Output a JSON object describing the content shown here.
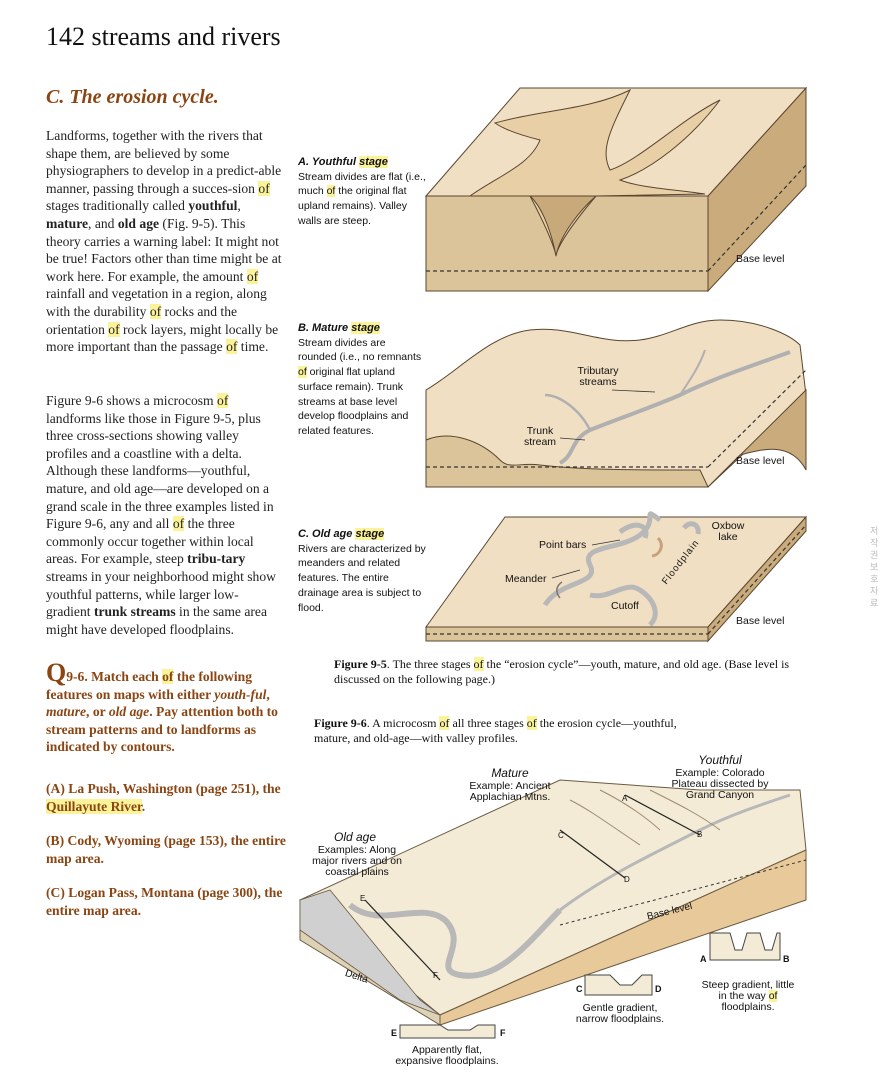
{
  "header": {
    "page_number": "142",
    "title": "streams and rivers"
  },
  "section": {
    "title": "C. The erosion cycle."
  },
  "para1": {
    "p1": "Landforms, together with the rivers that shape them, are believed by some physiographers to develop in a predict-able manner, passing through a succes-sion ",
    "of1": "of",
    "p2": " stages traditionally called ",
    "youthful": "youthful",
    "c1": ", ",
    "mature": "mature",
    "c2": ", and ",
    "oldage": "old age",
    "p3": " (Fig. 9-5). This theory carries a warning label: It might not be true! Factors other than time might be at work here. For example, the amount ",
    "of2": "of",
    "p4": " rainfall and vegetation in a region, along with the durability ",
    "of3": "of",
    "p5": " rocks and the orientation ",
    "of4": "of",
    "p6": " rock layers, might locally be more important than the passage ",
    "of5": "of",
    "p7": " time."
  },
  "para2": {
    "p1": "Figure 9-6 shows a microcosm ",
    "of1": "of",
    "p2": " landforms like those in Figure 9-5, plus three cross-sections showing valley profiles and a coastline with a delta. Although these landforms—youthful, mature, and old age—are developed on a grand scale in the three examples listed in Figure 9-6, any and all ",
    "of2": "of",
    "p3": " the three commonly occur together within local areas. For example, steep ",
    "tributary": "tribu-tary",
    "p4": " streams in your neighborhood might show youthful patterns, while larger low-gradient ",
    "trunk": "trunk streams",
    "p5": " in the same area might have developed floodplains."
  },
  "question": {
    "q_letter": "Q",
    "q_num": "9-6. Match each ",
    "of1": "of",
    "q_text1": " the following features on maps with either ",
    "youth": "youth-ful",
    "sep1": ", ",
    "mature": "mature",
    "sep2": ", or ",
    "old": "old age",
    "q_text2": ". Pay attention both to stream patterns and to landforms as indicated by contours.",
    "a_text": "(A) La Push, Washington (page 251), the ",
    "a_hl": "Quillayute River",
    "a_end": ".",
    "b_text": "(B) Cody, Wyoming (page 153), the entire map area.",
    "c_text": "(C) Logan Pass, Montana (page 300), the entire map area."
  },
  "fig95": {
    "a_head": "A. Youthful ",
    "a_stage": "stage",
    "a_t1": "Stream divides are flat (i.e., much ",
    "a_of": "of",
    "a_t2": " the original flat upland remains). Valley walls are steep.",
    "b_head": "B. Mature ",
    "b_stage": "stage",
    "b_t1": "Stream divides are rounded (i.e., no remnants ",
    "b_of": "of",
    "b_t2": " original flat upland surface remain). Trunk streams at base level develop floodplains and related features.",
    "c_head": "C. Old age ",
    "c_stage": "stage",
    "c_t1": "Rivers are characterized by meanders and related features. The entire drainage area is subject to flood.",
    "base_level": "Base level",
    "tributary": "Tributary streams",
    "trunk": "Trunk stream",
    "oxbow": "Oxbow lake",
    "point_bars": "Point bars",
    "meander": "Meander",
    "cutoff": "Cutoff",
    "floodplain": "Floodplain",
    "caption_bold": "Figure 9-5",
    "caption_t1": ". The three stages ",
    "caption_of": "of",
    "caption_t2": " the “erosion cycle”—youth, mature, and old age. (Base level is discussed on the following page.)"
  },
  "fig96": {
    "caption_bold": "Figure 9-6",
    "caption_t1": ". A microcosm ",
    "caption_of": "of",
    "caption_t2": " all three stages ",
    "caption_of2": "of",
    "caption_t3": " the erosion cycle—youthful, mature, and old-age—with valley profiles.",
    "youthful": "Youthful",
    "youthful_ex": "Example: Colorado Plateau dissected by Grand Canyon",
    "mature": "Mature",
    "mature_ex": "Example: Ancient Applachian Mtns.",
    "old": "Old age",
    "old_ex": "Examples: Along major rivers and on coastal plains",
    "delta": "Delta",
    "base_level": "Base level",
    "pA": "A",
    "pB": "B",
    "pC": "C",
    "pD": "D",
    "pE": "E",
    "pF": "F",
    "steep": "Steep gradient, little in the way ",
    "steep_of": "of",
    "steep_end": " floodplains.",
    "gentle": "Gentle gradient, narrow floodplains.",
    "flat": "Apparently flat, expansive floodplains."
  },
  "watermark": "저작권 보호 자료"
}
